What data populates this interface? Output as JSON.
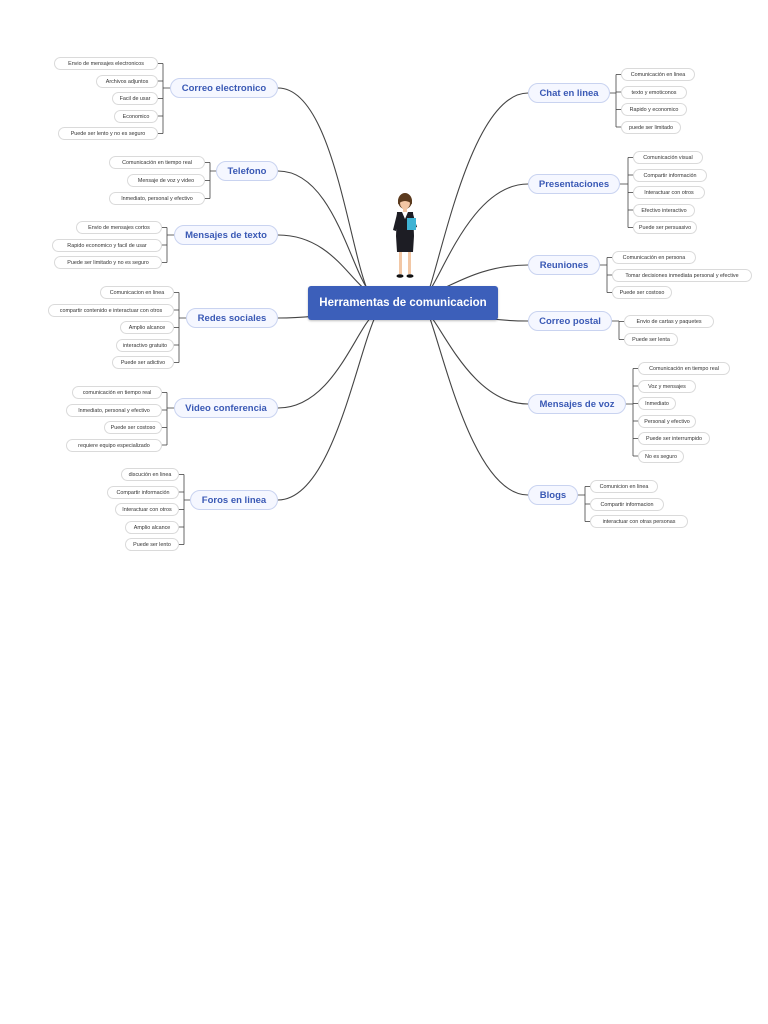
{
  "title": "Herramentas de comunicacion",
  "colors": {
    "central": "#3c5fba",
    "branch_text": "#3a59b5",
    "line": "#444444"
  },
  "branches": {
    "correo": {
      "label": "Correo electronico",
      "items": [
        "Envio de mensajes electronicos",
        "Archivos adjuntos",
        "Facil de usar",
        "Economico",
        "Puede ser lento y no es seguro"
      ]
    },
    "telefono": {
      "label": "Telefono",
      "items": [
        "Comunicación en tiempo real",
        "Mensaje de voz y video",
        "Inmediato, personal y efectivo"
      ]
    },
    "texto": {
      "label": "Mensajes de texto",
      "items": [
        "Envio de mensajes cortos",
        "Rapido economico y facil de usar",
        "Puede ser limitado y no es seguro"
      ]
    },
    "redes": {
      "label": "Redes sociales",
      "items": [
        "Comunicacion en linea",
        "compartir contenido e interactuar con otros",
        "Amplio alcance",
        "interactivo gratuito",
        "Puede ser adictivo"
      ]
    },
    "video": {
      "label": "Video conferencia",
      "items": [
        "comunicación en tiempo real",
        "Inmediato, personal y efectivo",
        "Puede ser costoso",
        "requiere equipo especializado"
      ]
    },
    "foros": {
      "label": "Foros en linea",
      "items": [
        "discución en linea",
        "Compartir información",
        "Interactuar con otros",
        "Amplio alcance",
        "Puede ser lento"
      ]
    },
    "chat": {
      "label": "Chat en linea",
      "items": [
        "Comunicación en linea",
        "texto y emoticonos",
        "Rapido y economico",
        "puede ser limitado"
      ]
    },
    "presentaciones": {
      "label": "Presentaciones",
      "items": [
        "Comunicación visual",
        "Compartir información",
        "Interactuar con otros",
        "Efectivo interactivo",
        "Puede ser persuasivo"
      ]
    },
    "reuniones": {
      "label": "Reuniones",
      "items": [
        "Comunicación en persona",
        "Tomar decisiones inmediata personal y efective",
        "Puede ser costoso"
      ]
    },
    "postal": {
      "label": "Correo postal",
      "items": [
        "Envio de cartas y paquetes",
        "Puede ser lenta"
      ]
    },
    "voz": {
      "label": "Mensajes de voz",
      "items": [
        "Comunicación en tiempo real",
        "Voz y mensajes",
        "Inmediato",
        "Personal y efectivo",
        "Puede ser interrumpido",
        "No es seguro"
      ]
    },
    "blogs": {
      "label": "Blogs",
      "items": [
        "Comunicion en linea",
        "Compartir informacion",
        "interactuar con otras personas"
      ]
    }
  }
}
